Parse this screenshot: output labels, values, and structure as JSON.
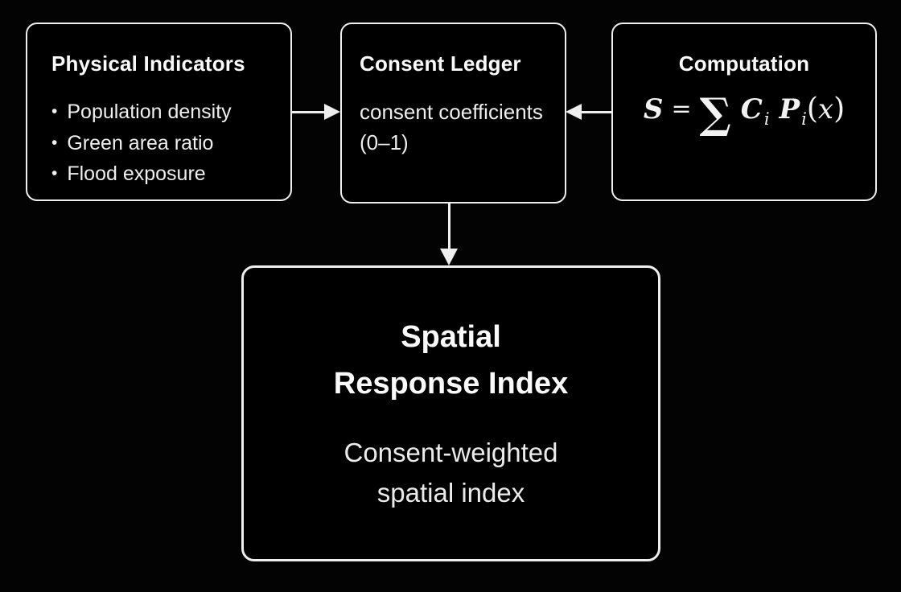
{
  "diagram": {
    "colors": {
      "background": "#030303",
      "node_fill": "#000000",
      "border": "#efefef",
      "text": "#f0f0f0"
    },
    "nodes": {
      "physical_indicators": {
        "title": "Physical Indicators",
        "bullet": "•",
        "items": [
          "Population density",
          "Green area ratio",
          "Flood exposure"
        ]
      },
      "consent_ledger": {
        "title": "Consent Ledger",
        "body_lines": [
          "consent coefficients",
          "(0–1)"
        ]
      },
      "computation": {
        "title": "Computation",
        "formula": {
          "lhs": "S",
          "eq": "=",
          "sum": "∑",
          "t1_base": "C",
          "t1_sub": "i",
          "t2_base": "P",
          "t2_sub": "i",
          "open": "(",
          "arg": "x",
          "close": ")"
        }
      },
      "spatial_response_index": {
        "title_lines": [
          "Spatial",
          "Response Index"
        ],
        "body_lines": [
          "Consent-weighted",
          "spatial index"
        ]
      }
    },
    "edges": [
      {
        "from": "physical_indicators",
        "to": "consent_ledger",
        "direction": "right"
      },
      {
        "from": "computation",
        "to": "consent_ledger",
        "direction": "left"
      },
      {
        "from": "consent_ledger",
        "to": "spatial_response_index",
        "direction": "down"
      }
    ]
  }
}
